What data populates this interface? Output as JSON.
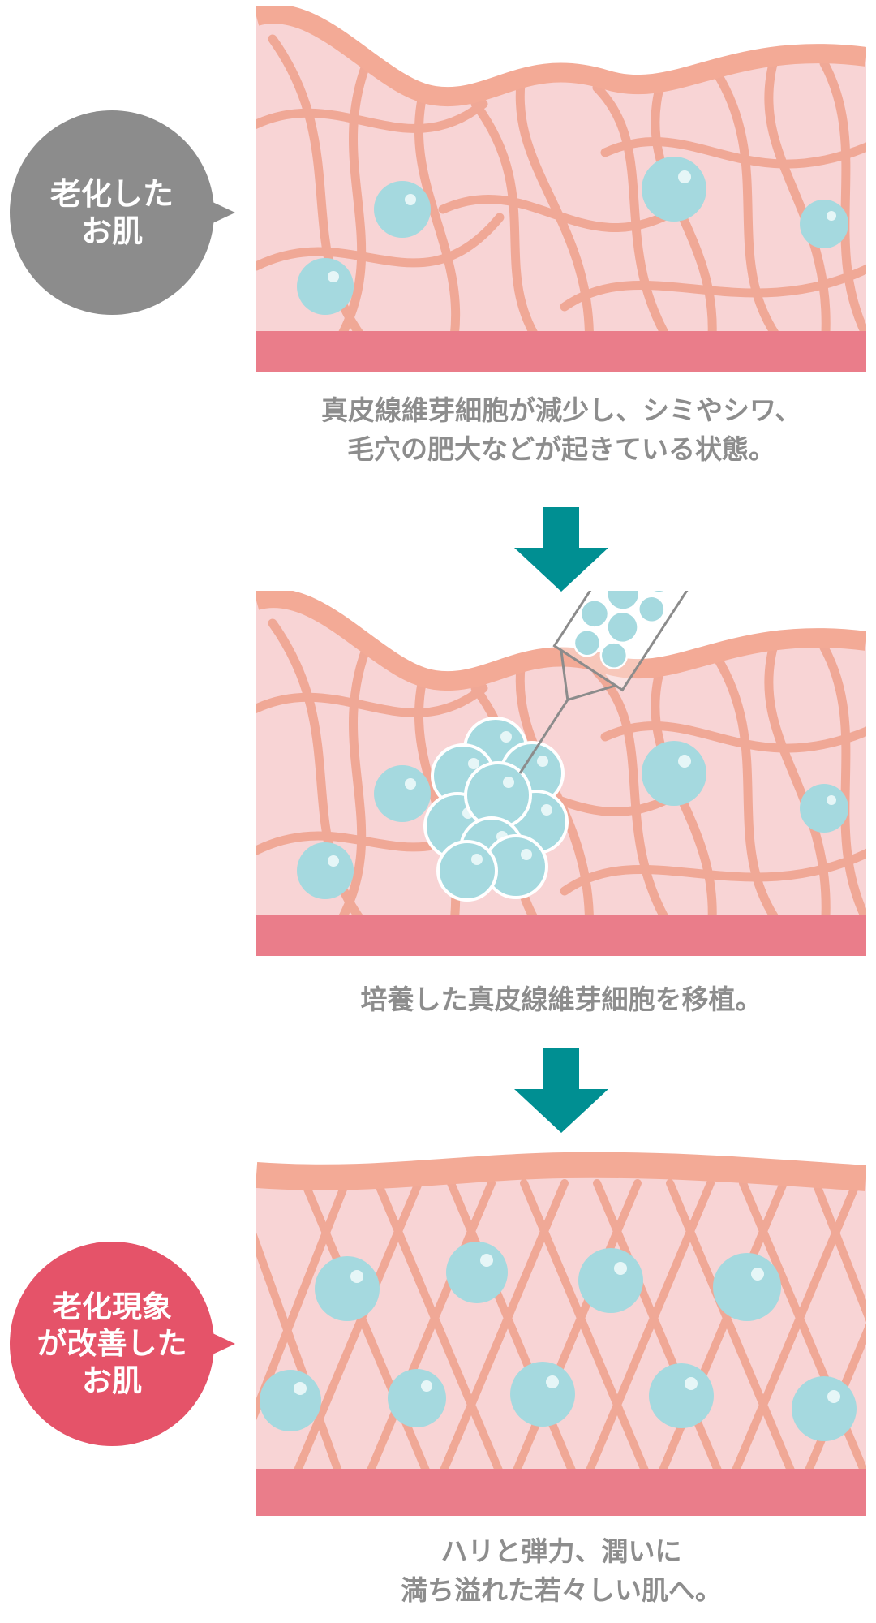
{
  "labels": {
    "aged_skin": [
      "老化した",
      "お肌"
    ],
    "improved_skin": [
      "老化現象",
      "が改善した",
      "お肌"
    ]
  },
  "captions": {
    "aged": [
      "真皮線維芽細胞が減少し、シミやシワ、",
      "毛穴の肥大などが起きている状態。"
    ],
    "transplant": [
      "培養した真皮線維芽細胞を移植。"
    ],
    "improved": [
      "ハリと弾力、潤いに",
      "満ち溢れた若々しい肌へ。"
    ]
  },
  "colors": {
    "skin_surface": "#f3aa96",
    "dermis_fill": "#f8d4d5",
    "collagen_fiber": "#f0a896",
    "base_layer": "#ea7d8a",
    "fibroblast_cell": "#a5d9df",
    "fibroblast_outline": "#ffffff",
    "arrow": "#008f92",
    "aged_label_bg": "#8c8c8c",
    "improved_label_bg": "#e55369",
    "caption_text": "#8d8d8d"
  },
  "icons": {
    "down_arrow": "down-arrow-icon",
    "syringe": "syringe-icon"
  }
}
